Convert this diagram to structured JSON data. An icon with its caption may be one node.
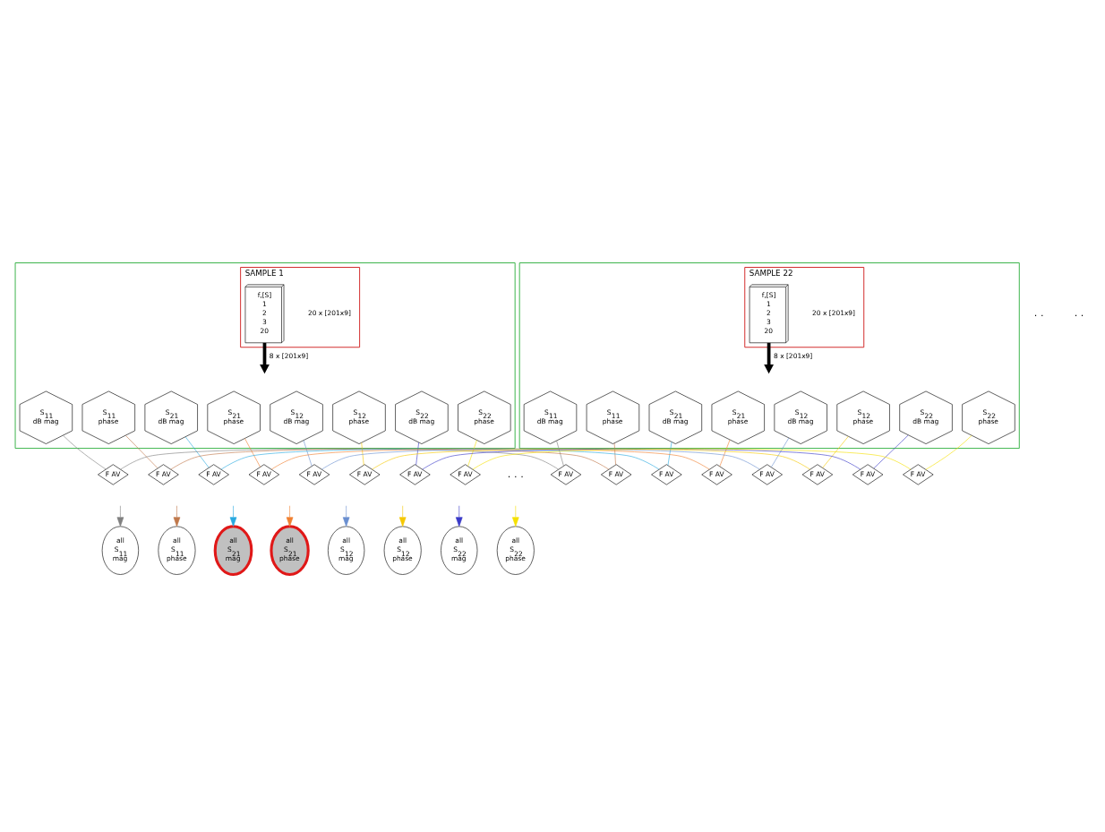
{
  "diagram": {
    "nodes": [
      {
        "text": [],
        "shape": "box"
      },
      {
        "text": [
          "SAMPLE 1"
        ],
        "in": 0
      },
      {
        "text": [
          "f,[S]",
          "1",
          "2",
          "3",
          "20"
        ],
        "in": 1,
        "beside": [
          "20 x [201x9]"
        ]
      },
      {
        "text": [
          "S$_{11}$",
          "dB mag"
        ],
        "in": 0
      },
      {
        "text": [
          "S$_{11}$",
          "phase"
        ],
        "in": 0
      },
      {
        "text": [
          "S$_{21}$",
          "dB mag"
        ],
        "in": 0
      },
      {
        "text": [
          "S$_{21}$",
          "phase"
        ],
        "in": 0
      },
      {
        "text": [
          "S$_{12}$",
          "dB mag"
        ],
        "in": 0
      },
      {
        "text": [
          "S$_{12}$",
          "phase"
        ],
        "in": 0
      },
      {
        "text": [
          "S$_{22}$",
          "dB mag"
        ],
        "in": 0
      },
      {
        "text": [
          "S$_{22}$",
          "phase"
        ],
        "in": 0
      },
      {
        "text": [],
        "shape": "box"
      },
      {
        "text": [
          "SAMPLE 22"
        ],
        "in": 11
      },
      {
        "text": [
          "f,[S]",
          "1",
          "2",
          "3",
          "20"
        ],
        "in": 12,
        "beside": [
          "20 x [201x9]"
        ]
      },
      {
        "text": [
          "S$_{11}$",
          "dB mag"
        ],
        "in": 11
      },
      {
        "text": [
          "S$_{11}$",
          "phase"
        ],
        "in": 11
      },
      {
        "text": [
          "S$_{21}$",
          "dB mag"
        ],
        "in": 11
      },
      {
        "text": [
          "S$_{21}$",
          "phase"
        ],
        "in": 11
      },
      {
        "text": [
          "S$_{12}$",
          "dB mag"
        ],
        "in": 11
      },
      {
        "text": [
          "S$_{12}$",
          "phase"
        ],
        "in": 11
      },
      {
        "text": [
          "S$_{22}$",
          "dB mag"
        ],
        "in": 11
      },
      {
        "text": [
          "S$_{22}$",
          "phase"
        ],
        "in": 11
      },
      {
        "text": [
          "F AV"
        ]
      },
      {
        "text": [
          "F AV"
        ]
      },
      {
        "text": [
          "F AV"
        ]
      },
      {
        "text": [
          "F AV"
        ]
      },
      {
        "text": [
          "F AV"
        ]
      },
      {
        "text": [
          "F AV"
        ]
      },
      {
        "text": [
          "F AV"
        ]
      },
      {
        "text": [
          "F AV"
        ]
      },
      {
        "text": [
          "F AV"
        ]
      },
      {
        "text": [
          "F AV"
        ]
      },
      {
        "text": [
          "F AV"
        ]
      },
      {
        "text": [
          "F AV"
        ]
      },
      {
        "text": [
          "F AV"
        ]
      },
      {
        "text": [
          "F AV"
        ]
      },
      {
        "text": [
          "F AV"
        ]
      },
      {
        "text": [
          "F AV"
        ]
      },
      {
        "text": [
          "all",
          "S$_{11}$",
          "mag"
        ]
      },
      {
        "text": [
          "all",
          "S$_{11}$",
          "phase"
        ]
      },
      {
        "text": [
          "all",
          "S$_{21}$",
          "mag"
        ]
      },
      {
        "text": [
          "all",
          "S$_{21}$",
          "phase"
        ]
      },
      {
        "text": [
          "all",
          "S$_{12}$",
          "mag"
        ]
      },
      {
        "text": [
          "all",
          "S$_{12}$",
          "phase"
        ]
      },
      {
        "text": [
          "all",
          "S$_{22}$",
          "mag"
        ]
      },
      {
        "text": [
          "all",
          "S$_{22}$",
          "phase"
        ]
      }
    ],
    "edges": [
      {
        "from": 2,
        "to": null,
        "arrow": "to",
        "style": "thick",
        "label": "8 x [201x9]",
        "color": "#000000"
      },
      {
        "from": 13,
        "to": null,
        "arrow": "to",
        "style": "thick",
        "label": "8 x [201x9]",
        "color": "#000000"
      },
      {
        "from": 3,
        "to": 22,
        "arrow": "none",
        "color": "#808080"
      },
      {
        "from": 4,
        "to": 23,
        "arrow": "none",
        "color": "#c0784a"
      },
      {
        "from": 5,
        "to": 24,
        "arrow": "none",
        "color": "#29a9e0"
      },
      {
        "from": 6,
        "to": 25,
        "arrow": "none",
        "color": "#f08030"
      },
      {
        "from": 7,
        "to": 26,
        "arrow": "none",
        "color": "#6a8fd0"
      },
      {
        "from": 8,
        "to": 27,
        "arrow": "none",
        "color": "#f5c800"
      },
      {
        "from": 9,
        "to": 28,
        "arrow": "none",
        "color": "#3a3ac8"
      },
      {
        "from": 10,
        "to": 29,
        "arrow": "none",
        "color": "#f5e000"
      },
      {
        "from": 14,
        "to": 30,
        "arrow": "none",
        "color": "#808080"
      },
      {
        "from": 15,
        "to": 31,
        "arrow": "none",
        "color": "#c0784a"
      },
      {
        "from": 16,
        "to": 32,
        "arrow": "none",
        "color": "#29a9e0"
      },
      {
        "from": 17,
        "to": 33,
        "arrow": "none",
        "color": "#f08030"
      },
      {
        "from": 18,
        "to": 34,
        "arrow": "none",
        "color": "#6a8fd0"
      },
      {
        "from": 19,
        "to": 35,
        "arrow": "none",
        "color": "#f5c800"
      },
      {
        "from": 20,
        "to": 36,
        "arrow": "none",
        "color": "#3a3ac8"
      },
      {
        "from": 21,
        "to": 37,
        "arrow": "none",
        "color": "#f5e000"
      },
      {
        "from": 22,
        "to": 30,
        "arrow": "none",
        "color": "#808080"
      },
      {
        "from": 23,
        "to": 31,
        "arrow": "none",
        "color": "#c0784a"
      },
      {
        "from": 24,
        "to": 32,
        "arrow": "none",
        "color": "#29a9e0"
      },
      {
        "from": 25,
        "to": 33,
        "arrow": "none",
        "color": "#f08030"
      },
      {
        "from": 26,
        "to": 34,
        "arrow": "none",
        "color": "#6a8fd0"
      },
      {
        "from": 27,
        "to": 35,
        "arrow": "none",
        "color": "#f5c800"
      },
      {
        "from": 28,
        "to": 36,
        "arrow": "none",
        "color": "#3a3ac8"
      },
      {
        "from": 29,
        "to": 37,
        "arrow": "none",
        "color": "#f5e000"
      },
      {
        "from": null,
        "to": 38,
        "arrow": "to",
        "color": "#808080"
      },
      {
        "from": null,
        "to": 39,
        "arrow": "to",
        "color": "#c0784a"
      },
      {
        "from": null,
        "to": 40,
        "arrow": "to",
        "color": "#29a9e0"
      },
      {
        "from": null,
        "to": 41,
        "arrow": "to",
        "color": "#f08030"
      },
      {
        "from": null,
        "to": 42,
        "arrow": "to",
        "color": "#6a8fd0"
      },
      {
        "from": null,
        "to": 43,
        "arrow": "to",
        "color": "#f5c800"
      },
      {
        "from": null,
        "to": 44,
        "arrow": "to",
        "color": "#3a3ac8"
      },
      {
        "from": null,
        "to": 45,
        "arrow": "to",
        "color": "#f5e000"
      }
    ],
    "labels": [
      ". .",
      ". .",
      ". . ."
    ]
  }
}
